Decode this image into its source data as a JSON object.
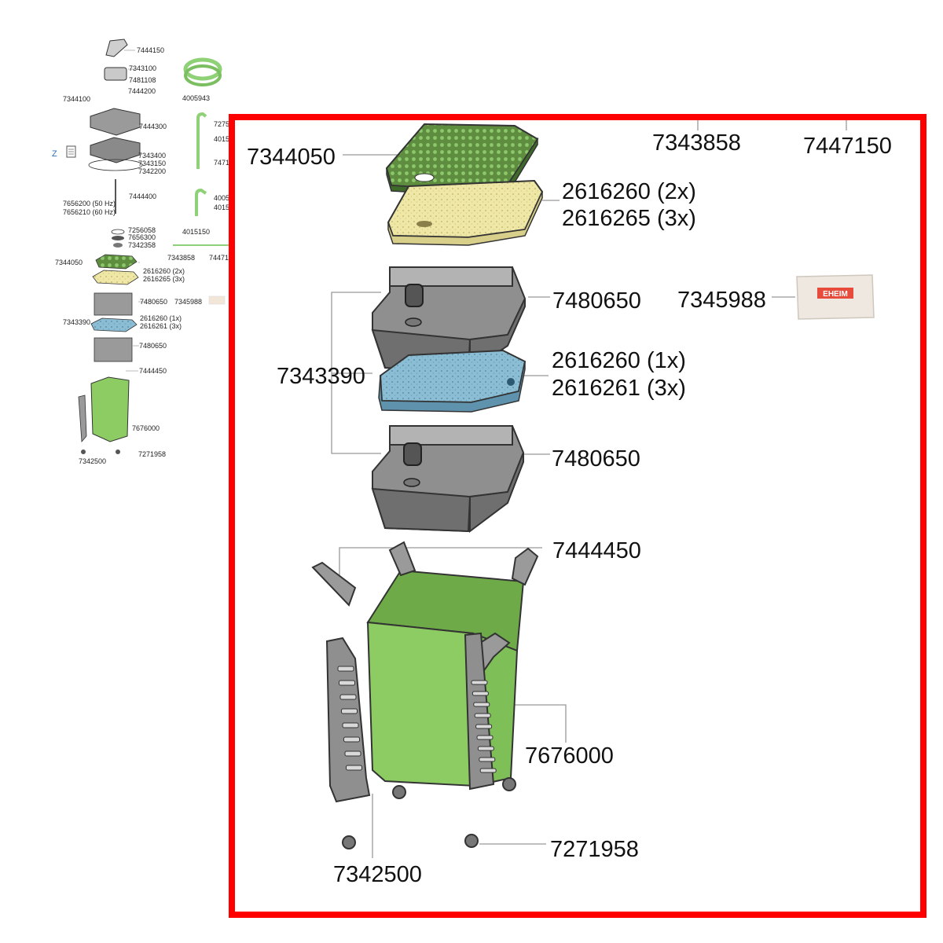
{
  "overview": {
    "doc_icon_letter": "Z",
    "labels": {
      "p7444150": "7444150",
      "p7343100": "7343100",
      "p7481108": "7481108",
      "p7444200": "7444200",
      "p7344100": "7344100",
      "p7444300": "7444300",
      "p7343400": "7343400",
      "p7343150": "7343150",
      "p7342200": "7342200",
      "p7444400": "7444400",
      "p7656200": "7656200 (50 Hz)",
      "p7656210": "7656210 (60 Hz)",
      "p7256058": "7256058",
      "p7656300": "7656300",
      "p7342358": "7342358",
      "p7344050": "7344050",
      "p2616260_2x": "2616260 (2x)",
      "p2616265_3x": "2616265 (3x)",
      "p7480650a": "7480650",
      "p7345988": "7345988",
      "p7343390": "7343390",
      "p2616260_1x": "2616260 (1x)",
      "p2616261_3x": "2616261 (3x)",
      "p7480650b": "7480650",
      "p7444450": "7444450",
      "p7676000": "7676000",
      "p7342500": "7342500",
      "p7271958": "7271958",
      "p4005943": "4005943",
      "p7275": "7275",
      "p4015a": "4015",
      "p7471": "7471",
      "p4005b": "4005",
      "p4015b": "4015",
      "p4015150": "4015150",
      "p7343858": "7343858",
      "p74471": "74471"
    }
  },
  "detail": {
    "labels": {
      "p7344050": "7344050",
      "p7343858": "7343858",
      "p7447150": "7447150",
      "p2616260_2x": "2616260 (2x)",
      "p2616265_3x": "2616265 (3x)",
      "p7480650a": "7480650",
      "p7345988": "7345988",
      "p7343390": "7343390",
      "p2616260_1x": "2616260 (1x)",
      "p2616261_3x": "2616261 (3x)",
      "p7480650b": "7480650",
      "p7444450": "7444450",
      "p7676000": "7676000",
      "p7271958": "7271958",
      "p7342500": "7342500"
    },
    "packet_brand": "EHEIM"
  },
  "colors": {
    "highlight_frame": "#ff0000",
    "green_mat": "#6d9a4c",
    "yellow_mat": "#efe7a6",
    "blue_mat": "#87b9d1",
    "basket_green": "#8ccc63",
    "hose_green": "#8fd176"
  }
}
